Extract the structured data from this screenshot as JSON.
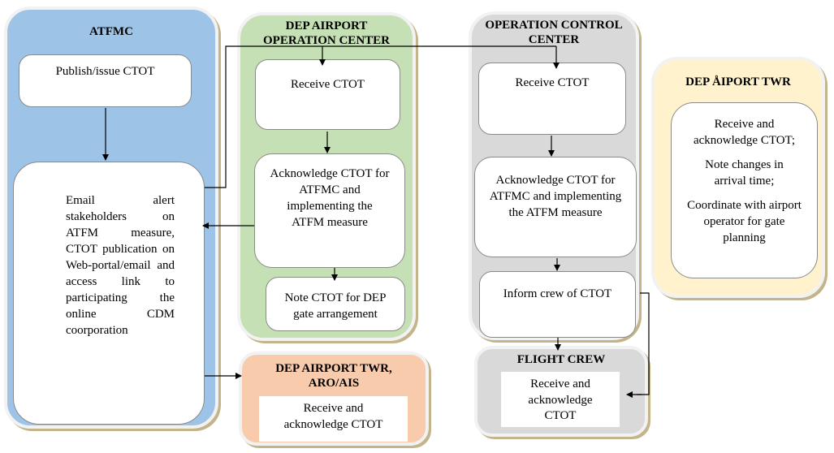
{
  "lanes": {
    "atfmc": {
      "title": "ATFMC",
      "color": "#9dc3e6",
      "steps": [
        "Publish/issue CTOT",
        "Email alert stakeholders on ATFM measure, CTOT publication on Web-portal/email and access link to participating the online CDM coorporation"
      ]
    },
    "dep_airport_operation_center": {
      "title": "DEP AIRPORT OPERATION CENTER",
      "color": "#c5e0b4",
      "steps": [
        "Receive CTOT",
        "Acknowledge CTOT for ATFMC and implementing the ATFM measure",
        "Note CTOT for DEP gate arrangement"
      ]
    },
    "dep_airport_twr_aro_ais": {
      "title": "DEP AIRPORT TWR, ARO/AIS",
      "color": "#f8cbad",
      "steps": [
        "Receive and acknowledge CTOT"
      ]
    },
    "operation_control_center": {
      "title": "OPERATION CONTROL CENTER",
      "color": "#d9d9d9",
      "steps": [
        "Receive CTOT",
        "Acknowledge CTOT for ATFMC and implementing the ATFM measure",
        "Inform crew of CTOT"
      ]
    },
    "flight_crew": {
      "title": "FLIGHT CREW",
      "color": "#d9d9d9",
      "steps": [
        "Receive and acknowledge CTOT"
      ]
    },
    "dep_aiport_twr": {
      "title": "DEP ÅIPORT TWR",
      "color": "#fff2cc",
      "steps": [
        "Receive and acknowledge CTOT;",
        "Note changes  in arrival time;",
        "Coordinate with airport operator for gate planning"
      ]
    }
  }
}
